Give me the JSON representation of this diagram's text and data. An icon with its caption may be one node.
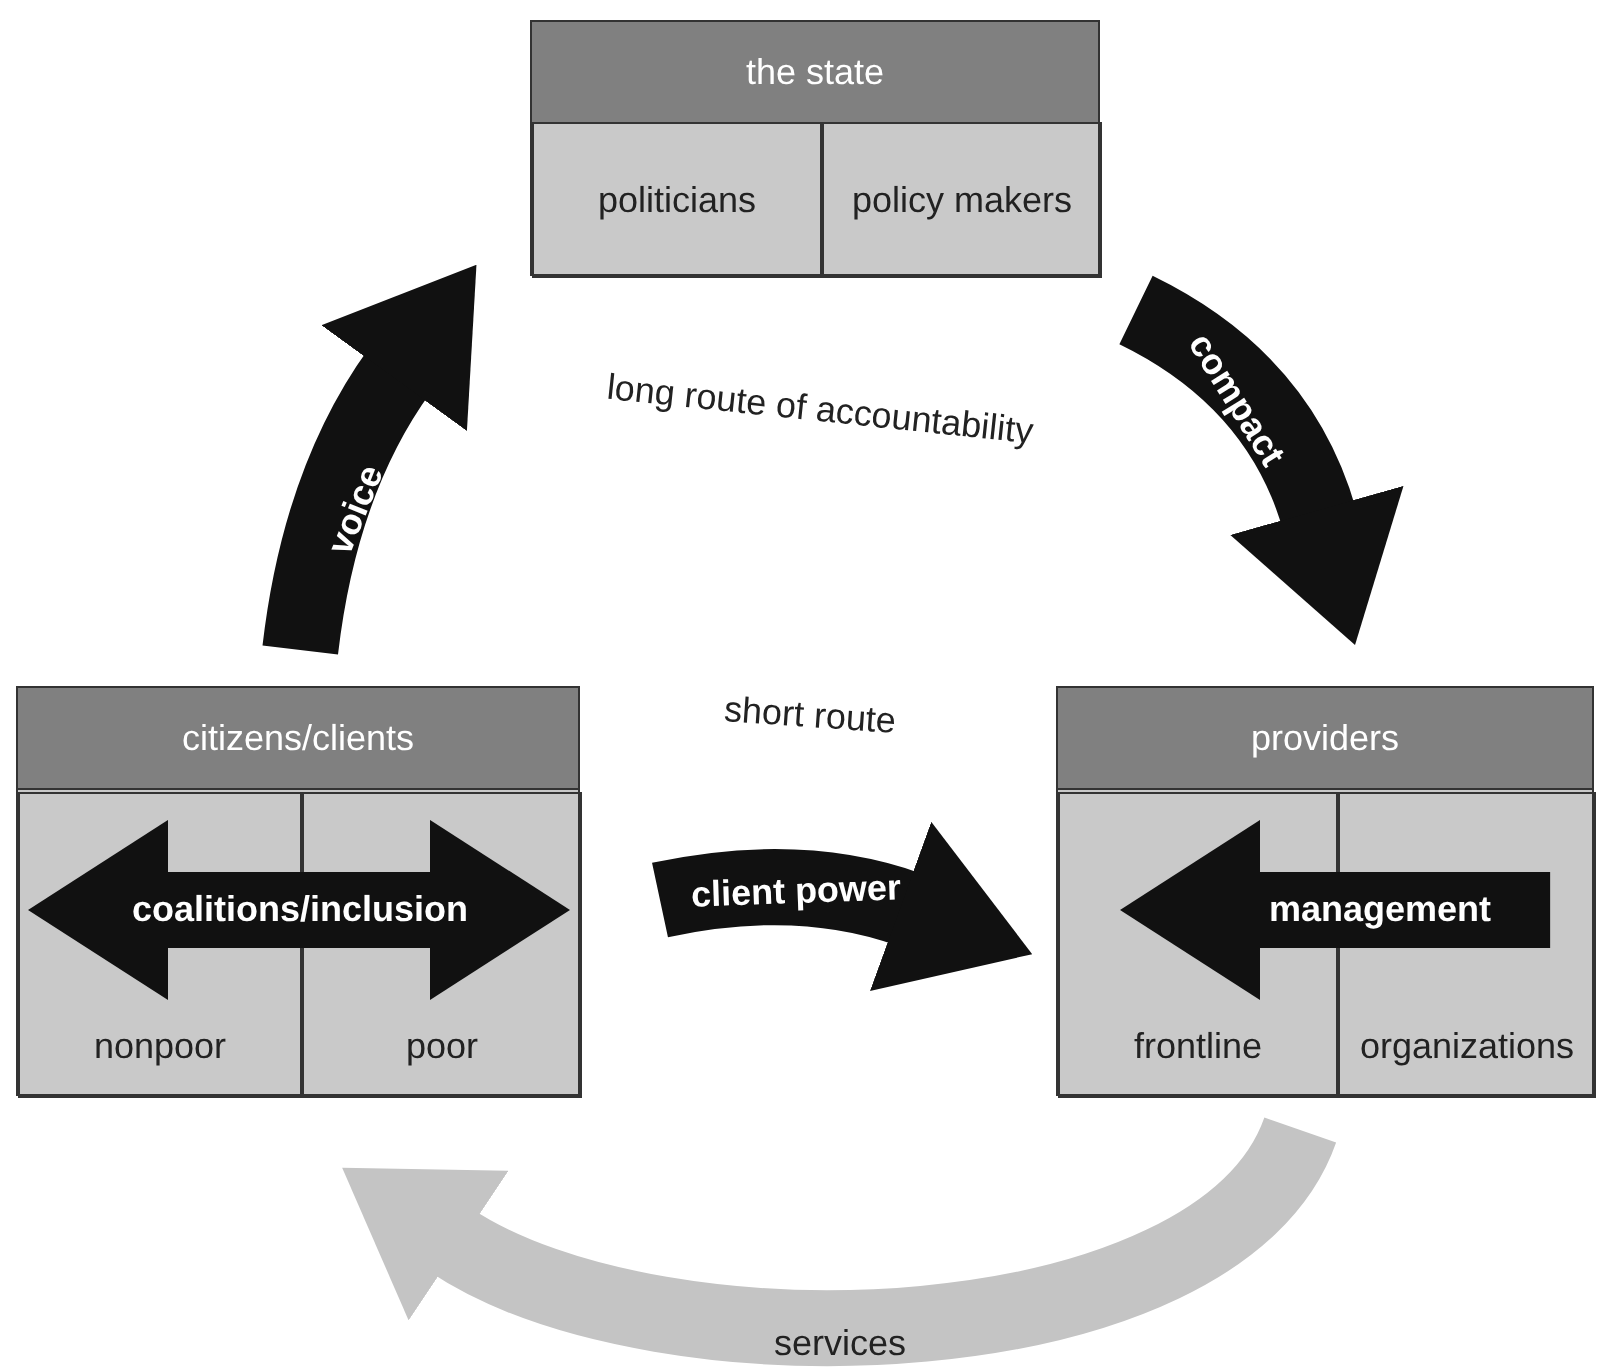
{
  "diagram": {
    "nodes": [
      {
        "text": [
          "the state"
        ]
      },
      {
        "text": [
          "politicians"
        ],
        "in": 0
      },
      {
        "text": [
          "policy makers"
        ],
        "in": 0
      },
      {
        "text": [
          "citizens/clients"
        ]
      },
      {
        "text": [
          "nonpoor"
        ],
        "in": 3
      },
      {
        "text": [
          "poor"
        ],
        "in": 3
      },
      {
        "text": [
          "providers"
        ]
      },
      {
        "text": [
          "frontline"
        ],
        "in": 6
      },
      {
        "text": [
          "organizations"
        ],
        "in": 6
      }
    ],
    "edges": [
      {
        "from": 3,
        "to": 0,
        "arrow": "to",
        "label": "voice"
      },
      {
        "from": 0,
        "to": 6,
        "arrow": "to",
        "label": "compact"
      },
      {
        "from": 4,
        "to": 5,
        "arrow": "both",
        "label": "coalitions/inclusion"
      },
      {
        "from": 3,
        "to": 6,
        "arrow": "to",
        "label": "client power"
      },
      {
        "from": 8,
        "to": 7,
        "arrow": "to",
        "label": "management"
      },
      {
        "from": 6,
        "to": 3,
        "arrow": "to",
        "label": "services",
        "color": "#c4c4c4"
      }
    ],
    "labels": [
      "long route of accountability",
      "short route"
    ]
  }
}
